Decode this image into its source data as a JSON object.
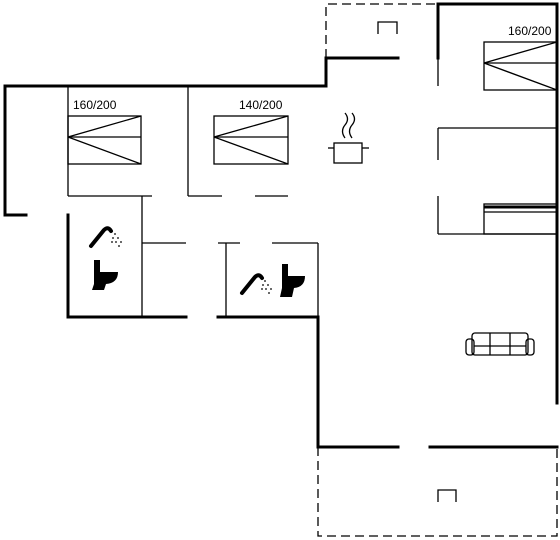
{
  "bed_labels": {
    "bedroom_1": "160/200",
    "bedroom_2": "140/200",
    "bedroom_3": "160/200"
  },
  "icons": [
    "bed-icon",
    "shower-icon",
    "toilet-icon",
    "stove-pot-icon",
    "sofa-icon",
    "outdoor-chair-icon"
  ]
}
